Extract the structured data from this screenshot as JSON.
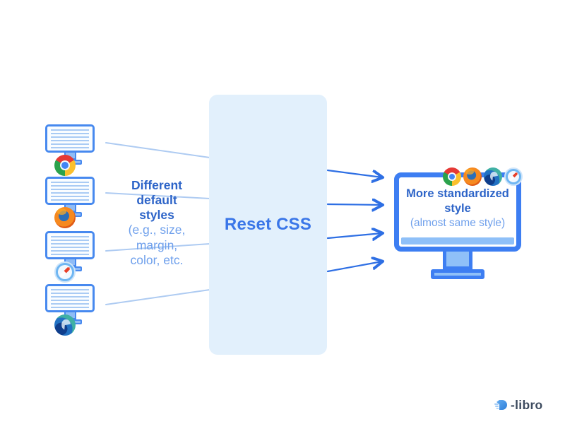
{
  "diagram": {
    "center_box": {
      "label": "Reset CSS"
    },
    "left_label": {
      "bold_lines": [
        "Different",
        "default",
        "styles"
      ],
      "light_lines": [
        "(e.g., size,",
        "margin,",
        "color, etc."
      ]
    },
    "left_monitors": [
      {
        "browser": "chrome"
      },
      {
        "browser": "firefox"
      },
      {
        "browser": "safari"
      },
      {
        "browser": "edge"
      }
    ],
    "right_monitor": {
      "title": "More standardized style",
      "subtitle": "(almost same style)",
      "browsers": [
        "chrome",
        "firefox",
        "edge",
        "safari"
      ]
    },
    "colors": {
      "monitor_blue": "#3D7EF2",
      "mini_monitor_blue": "#4789EF",
      "box_fill": "#E2F0FC",
      "title_blue": "#2D64C8",
      "light_text_blue": "#6FA0EC",
      "reset_label_blue": "#3A76E8",
      "arrow_blue": "#2E6FE4",
      "line_light_blue": "#AECBF2"
    },
    "logo": {
      "text": "-libro"
    }
  }
}
